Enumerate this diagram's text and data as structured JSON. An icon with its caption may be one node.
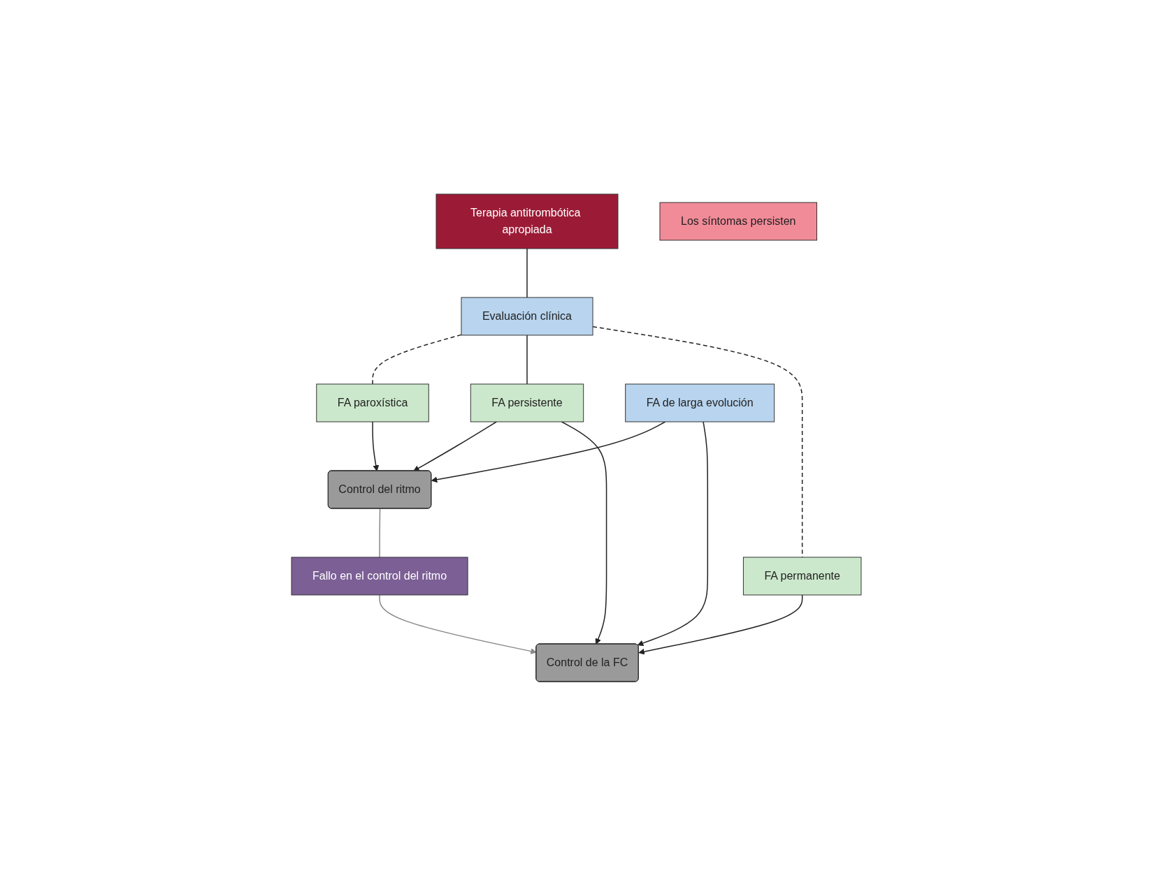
{
  "diagram": {
    "nodes": [
      {
        "text": [
          "Terapia antitrombótica apropiada"
        ]
      },
      {
        "text": [
          "Evaluación clínica"
        ]
      },
      {
        "text": [
          "FA paroxística"
        ]
      },
      {
        "text": [
          "FA persistente"
        ]
      },
      {
        "text": [
          "FA permanente"
        ]
      },
      {
        "text": [
          "FA de larga evolución"
        ]
      },
      {
        "text": [
          "Control del ritmo"
        ]
      },
      {
        "text": [
          "Los síntomas persisten"
        ]
      },
      {
        "text": [
          "Control de la FC"
        ]
      },
      {
        "text": [
          "Fallo en el control del ritmo"
        ]
      }
    ],
    "edges": [
      {
        "from": 0,
        "to": 1,
        "arrow": "none"
      },
      {
        "from": 1,
        "to": 2,
        "arrow": "none",
        "style": "dashed"
      },
      {
        "from": 1,
        "to": 3,
        "arrow": "none"
      },
      {
        "from": 1,
        "to": 4,
        "arrow": "none",
        "style": "dashed"
      },
      {
        "from": 2,
        "to": 6,
        "arrow": "to"
      },
      {
        "from": 5,
        "to": 6,
        "arrow": "to"
      },
      {
        "from": 3,
        "to": 6,
        "arrow": "to"
      },
      {
        "from": 3,
        "to": 8,
        "arrow": "to"
      },
      {
        "from": 5,
        "to": 8,
        "arrow": "to"
      },
      {
        "from": 4,
        "to": 8,
        "arrow": "to"
      },
      {
        "from": 6,
        "to": 9,
        "arrow": "none",
        "color": "#888888"
      },
      {
        "from": 9,
        "to": 8,
        "arrow": "to",
        "color": "#888888"
      }
    ]
  }
}
